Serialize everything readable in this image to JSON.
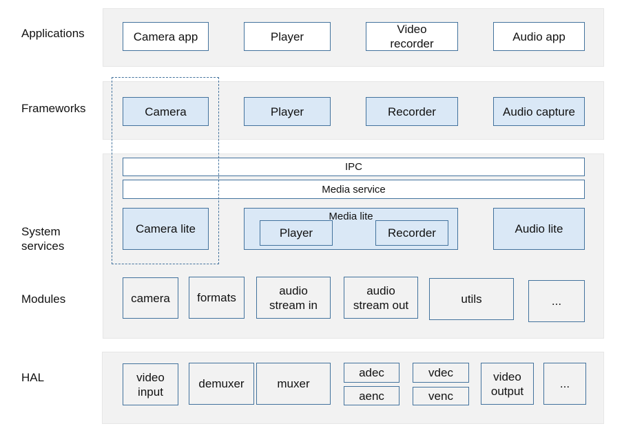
{
  "layers": {
    "applications": "Applications",
    "frameworks": "Frameworks",
    "system_services": "System\nservices",
    "modules": "Modules",
    "hal": "HAL"
  },
  "applications": [
    "Camera app",
    "Player",
    "Video\nrecorder",
    "Audio app"
  ],
  "frameworks": [
    "Camera",
    "Player",
    "Recorder",
    "Audio capture"
  ],
  "system_services": {
    "ipc": "IPC",
    "media_service": "Media service",
    "camera_lite": "Camera lite",
    "media_lite": "Media lite",
    "media_lite_player": "Player",
    "media_lite_recorder": "Recorder",
    "audio_lite": "Audio lite"
  },
  "modules": [
    "camera",
    "formats",
    "audio\nstream in",
    "audio\nstream out",
    "utils",
    "..."
  ],
  "hal": [
    "video\ninput",
    "demuxer",
    "muxer",
    "adec",
    "aenc",
    "vdec",
    "venc",
    "video\noutput",
    "..."
  ]
}
